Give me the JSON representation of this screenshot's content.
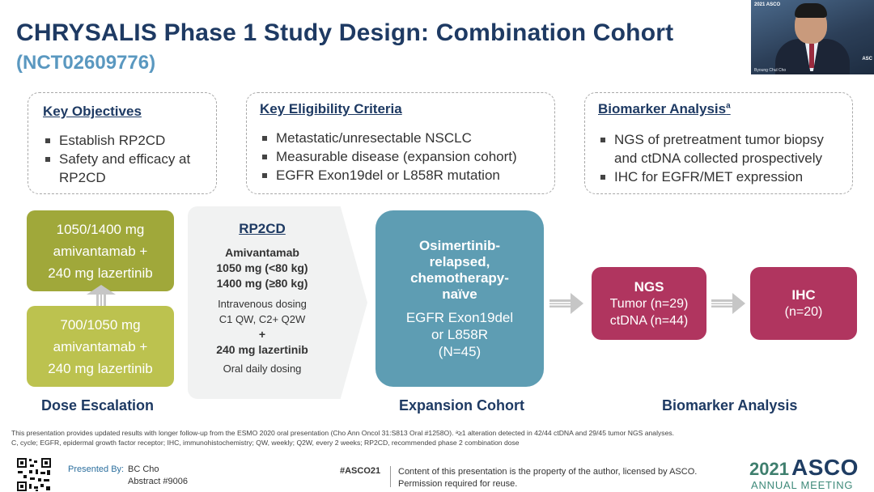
{
  "title": "CHRYSALIS Phase 1 Study Design: Combination Cohort",
  "subtitle": "(NCT02609776)",
  "objectives": {
    "heading": "Key Objectives",
    "items": [
      "Establish RP2CD",
      "Safety and efficacy at RP2CD"
    ]
  },
  "eligibility": {
    "heading": "Key Eligibility Criteria",
    "items": [
      "Metastatic/unresectable NSCLC",
      "Measurable disease (expansion cohort)",
      "EGFR Exon19del or L858R mutation"
    ]
  },
  "biomarker": {
    "heading": "Biomarker Analysis",
    "superscript": "a",
    "items": [
      "NGS of pretreatment tumor biopsy and ctDNA collected prospectively",
      "IHC for EGFR/MET expression"
    ]
  },
  "dose_escalation": {
    "top": [
      "1050/1400 mg",
      "amivantamab +",
      "240 mg lazertinib"
    ],
    "bottom": [
      "700/1050 mg",
      "amivantamab +",
      "240 mg lazertinib"
    ],
    "caption": "Dose Escalation"
  },
  "rp2cd": {
    "heading": "RP2CD",
    "drug1": "Amivantamab",
    "dose1": "1050 mg (<80 kg)",
    "dose2": "1400 mg (≥80 kg)",
    "route1": "Intravenous dosing",
    "schedule1": "C1 QW, C2+ Q2W",
    "plus": "+",
    "drug2": "240 mg lazertinib",
    "route2": "Oral daily dosing"
  },
  "expansion": {
    "lines_bold": [
      "Osimertinib-",
      "relapsed,",
      "chemotherapy-",
      "naïve"
    ],
    "lines": [
      "EGFR Exon19del",
      "or L858R",
      "(N=45)"
    ],
    "caption": "Expansion Cohort"
  },
  "ngs": {
    "heading": "NGS",
    "line1": "Tumor (n=29)",
    "line2": "ctDNA (n=44)"
  },
  "ihc": {
    "heading": "IHC",
    "line1": "(n=20)"
  },
  "biomarker_caption": "Biomarker Analysis",
  "footnote1": "This presentation provides updated results with longer follow-up from the ESMO 2020 oral presentation (Cho Ann Oncol 31:S813 Oral #1258O). ᵃ≥1 alteration detected in 42/44 ctDNA and 29/45 tumor NGS analyses.",
  "footnote2": "C, cycle; EGFR, epidermal growth factor receptor; IHC, immunohistochemistry; QW, weekly; Q2W, every 2 weeks; RP2CD, recommended phase 2 combination dose",
  "footer": {
    "presented_label": "Presented By:",
    "presenter": "BC Cho",
    "abstract": "Abstract #9006",
    "hashtag": "#ASCO21",
    "rights1": "Content of this presentation is the property of the author, licensed by ASCO.",
    "rights2": "Permission required for reuse.",
    "asco_year": "2021",
    "asco_name": "ASCO",
    "asco_sub": "ANNUAL MEETING"
  },
  "video": {
    "logo": "2021 ASCO",
    "name": "Byoung Chul Cho",
    "side": "ASC"
  },
  "colors": {
    "navy": "#1e3a63",
    "teal_blue": "#5e9db3",
    "olive": "#a0a83a",
    "light_olive": "#bcc24f",
    "magenta": "#b0355f"
  },
  "icons": [
    "up-arrow-icon",
    "right-arrow-icon",
    "qr-code-icon"
  ]
}
